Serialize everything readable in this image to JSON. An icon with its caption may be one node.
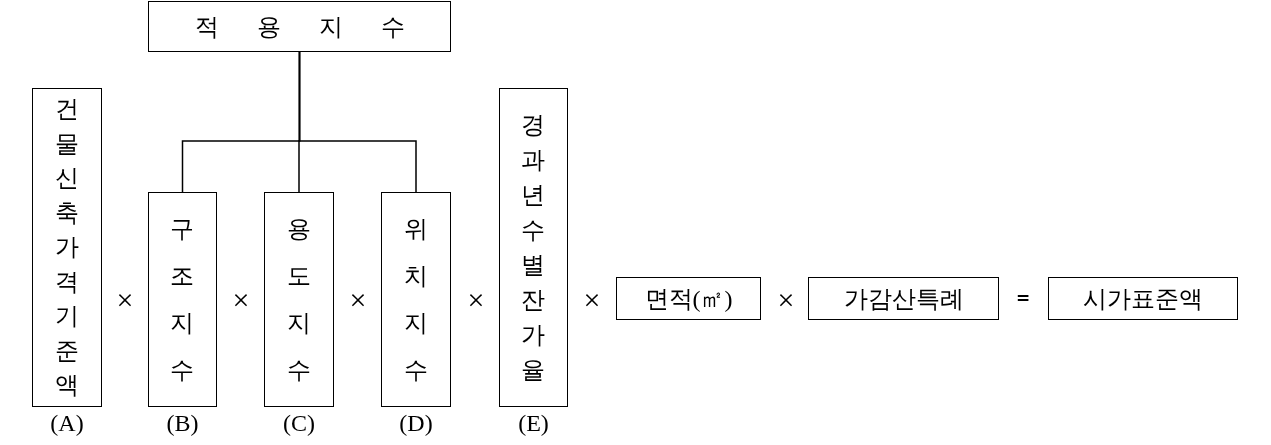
{
  "diagram": {
    "nodes": [
      {
        "text": [
          "적용지수"
        ]
      },
      {
        "text": [
          "건물신축가격기준액"
        ],
        "beside": [
          "(A)"
        ]
      },
      {
        "text": [
          "구조지수"
        ],
        "beside": [
          "(B)"
        ]
      },
      {
        "text": [
          "용도지수"
        ],
        "beside": [
          "(C)"
        ]
      },
      {
        "text": [
          "위치지수"
        ],
        "beside": [
          "(D)"
        ]
      },
      {
        "text": [
          "경과년수별잔가율"
        ],
        "beside": [
          "(E)"
        ]
      },
      {
        "text": [
          "면적(㎡)"
        ]
      },
      {
        "text": [
          "가감산특례"
        ]
      },
      {
        "text": [
          "시가표준액"
        ]
      }
    ],
    "edges": [
      {
        "from": 0,
        "to": 2,
        "arrow": "none"
      },
      {
        "from": 0,
        "to": 3,
        "arrow": "none"
      },
      {
        "from": 0,
        "to": 4,
        "arrow": "none"
      }
    ],
    "labels": [
      "×",
      "×",
      "×",
      "×",
      "×",
      "×",
      "="
    ]
  }
}
